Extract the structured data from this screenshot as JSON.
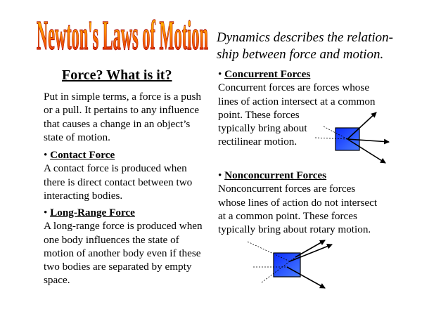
{
  "slide": {
    "title_art": "Newton's Laws of Motion",
    "heading": "Force?  What is it?",
    "intro": [
      "Put in simple terms, a force is a push",
      "or a pull.  It pertains to any influence",
      "that causes a change in an object’s",
      "state of motion."
    ],
    "contact": {
      "bullet": "•",
      "title": "Contact Force",
      "lines": [
        "A contact force is produced when",
        "there is direct contact between two",
        "interacting bodies."
      ]
    },
    "longrange": {
      "bullet": "•",
      "title": "Long-Range Force",
      "lines": [
        "A long-range force is produced when",
        "one body influences the state of",
        "motion of another body even if these",
        "two bodies are separated by empty",
        "space."
      ]
    },
    "dynamics": [
      "Dynamics describes the relation-",
      "ship between force and motion."
    ],
    "concurrent": {
      "bullet": "•",
      "title": "Concurrent Forces",
      "lines": [
        "Concurrent forces are forces whose",
        "lines of action intersect at a common",
        "point.  These forces",
        "typically bring about",
        "rectilinear motion."
      ]
    },
    "nonconcurrent": {
      "bullet": "•",
      "title": "Nonconcurrent Forces",
      "lines": [
        "Nonconcurrent forces are forces",
        "whose lines of action do not intersect",
        "at a common point.  These forces",
        "typically bring about rotary motion."
      ]
    },
    "colors": {
      "box_blue": "#1f4fff",
      "title_orange": "#ff7a00",
      "title_red": "#e02000"
    }
  }
}
